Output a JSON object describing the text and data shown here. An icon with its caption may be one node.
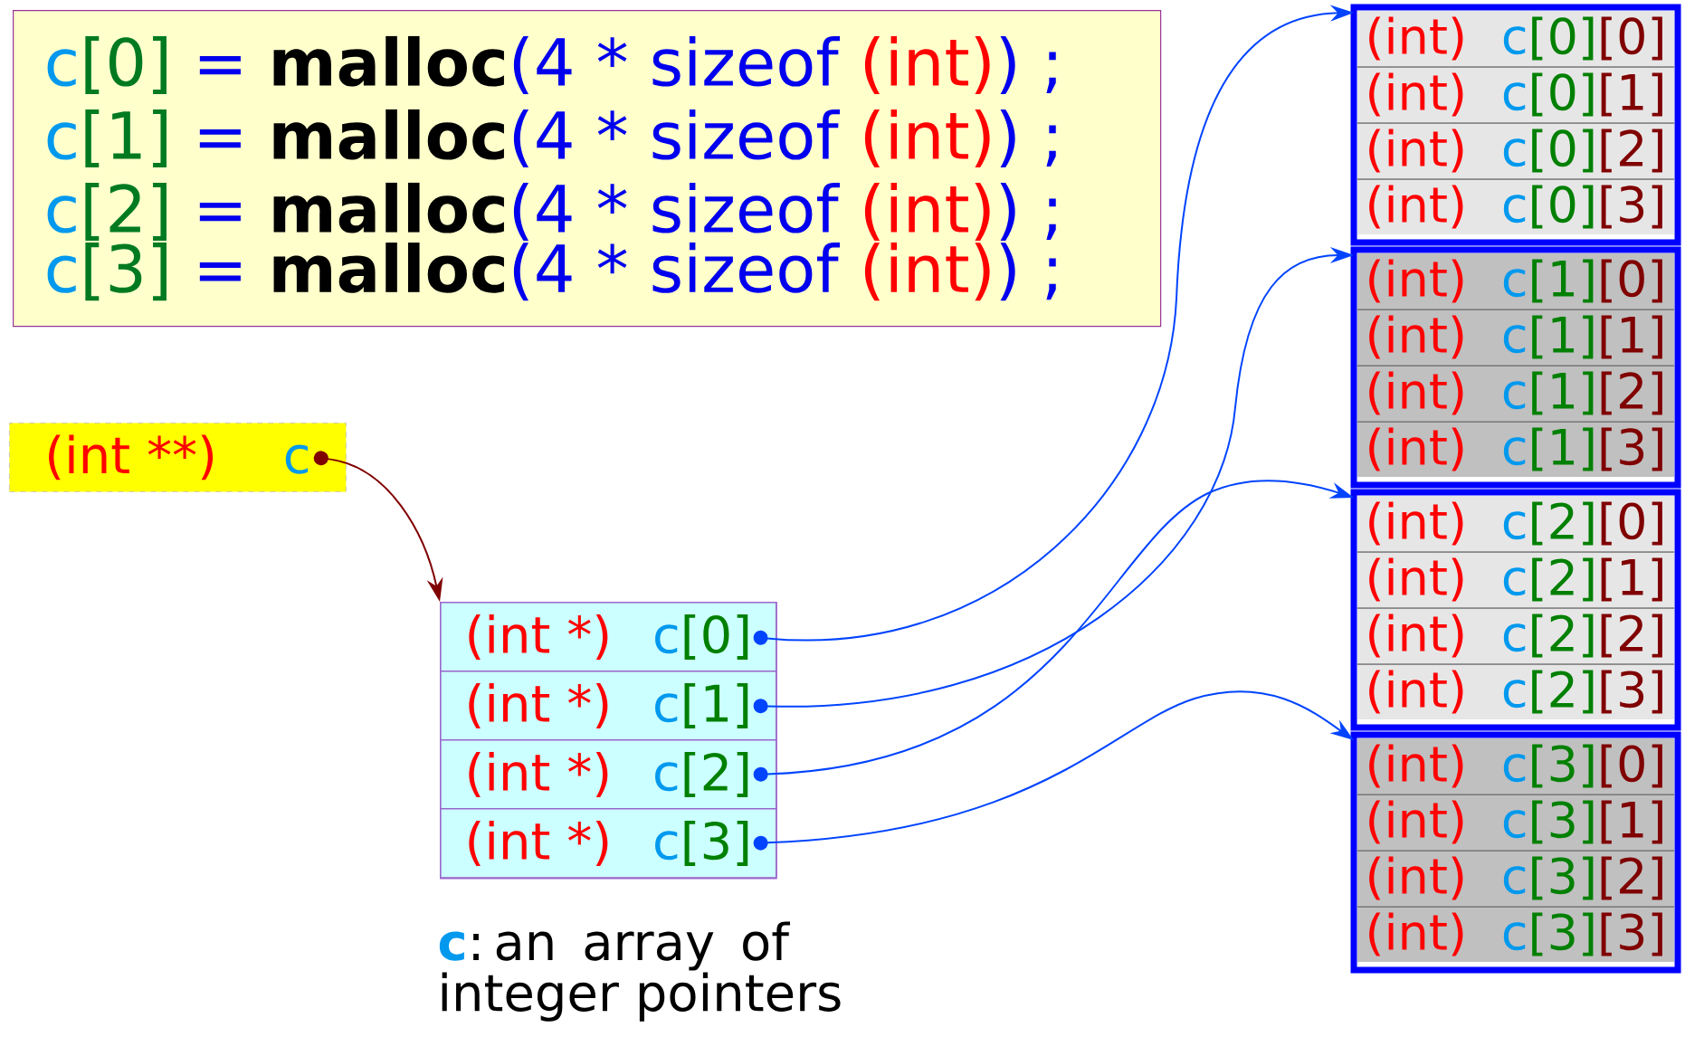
{
  "diagram": {
    "nodes": [
      {
        "text": [
          "c",
          "[0]",
          "=",
          "malloc",
          "(4 * sizeof",
          "(int)",
          ") ;",
          "c",
          "[1]",
          "=",
          "malloc",
          "(4 * sizeof",
          "(int)",
          ") ;",
          "c",
          "[2]",
          "=",
          "malloc",
          "(4 * sizeof",
          "(int)",
          ") ;",
          "c",
          "[3]",
          "=",
          "malloc",
          "(4 * sizeof",
          "(int)",
          ") ;"
        ]
      },
      {
        "text": [
          "(int **)",
          "c"
        ]
      },
      {
        "text": [],
        "shape": "box"
      },
      {
        "text": [
          "(int *)",
          "c",
          "[0]"
        ],
        "in": 2
      },
      {
        "text": [
          "(int *)",
          "c",
          "[1]"
        ],
        "in": 2
      },
      {
        "text": [
          "(int *)",
          "c",
          "[2]"
        ],
        "in": 2
      },
      {
        "text": [
          "(int *)",
          "c",
          "[3]"
        ],
        "in": 2
      },
      {
        "text": [],
        "shape": "box"
      },
      {
        "text": [
          "(int)",
          "c",
          "[0]",
          "[0]"
        ],
        "in": 7
      },
      {
        "text": [
          "(int)",
          "c",
          "[0]",
          "[1]"
        ],
        "in": 7
      },
      {
        "text": [
          "(int)",
          "c",
          "[0]",
          "[2]"
        ],
        "in": 7
      },
      {
        "text": [
          "(int)",
          "c",
          "[0]",
          "[3]"
        ],
        "in": 7
      },
      {
        "text": [],
        "shape": "box"
      },
      {
        "text": [
          "(int)",
          "c",
          "[1]",
          "[0]"
        ],
        "in": 12
      },
      {
        "text": [
          "(int)",
          "c",
          "[1]",
          "[1]"
        ],
        "in": 12
      },
      {
        "text": [
          "(int)",
          "c",
          "[1]",
          "[2]"
        ],
        "in": 12
      },
      {
        "text": [
          "(int)",
          "c",
          "[1]",
          "[3]"
        ],
        "in": 12
      },
      {
        "text": [],
        "shape": "box"
      },
      {
        "text": [
          "(int)",
          "c",
          "[2]",
          "[0]"
        ],
        "in": 17
      },
      {
        "text": [
          "(int)",
          "c",
          "[2]",
          "[1]"
        ],
        "in": 17
      },
      {
        "text": [
          "(int)",
          "c",
          "[2]",
          "[2]"
        ],
        "in": 17
      },
      {
        "text": [
          "(int)",
          "c",
          "[2]",
          "[3]"
        ],
        "in": 17
      },
      {
        "text": [],
        "shape": "box"
      },
      {
        "text": [
          "(int)",
          "c",
          "[3]",
          "[0]"
        ],
        "in": 22
      },
      {
        "text": [
          "(int)",
          "c",
          "[3]",
          "[1]"
        ],
        "in": 22
      },
      {
        "text": [
          "(int)",
          "c",
          "[3]",
          "[2]"
        ],
        "in": 22
      },
      {
        "text": [
          "(int)",
          "c",
          "[3]",
          "[3]"
        ],
        "in": 22
      }
    ],
    "edges": [
      {
        "from": 1,
        "to": 2,
        "arrow": "to",
        "color": "#800000"
      },
      {
        "from": 3,
        "to": 7,
        "arrow": "to"
      },
      {
        "from": 4,
        "to": 12,
        "arrow": "to"
      },
      {
        "from": 5,
        "to": 17,
        "arrow": "to"
      },
      {
        "from": 6,
        "to": 22,
        "arrow": "to"
      }
    ],
    "labels": [
      "c",
      ": an array of integer pointers"
    ]
  }
}
